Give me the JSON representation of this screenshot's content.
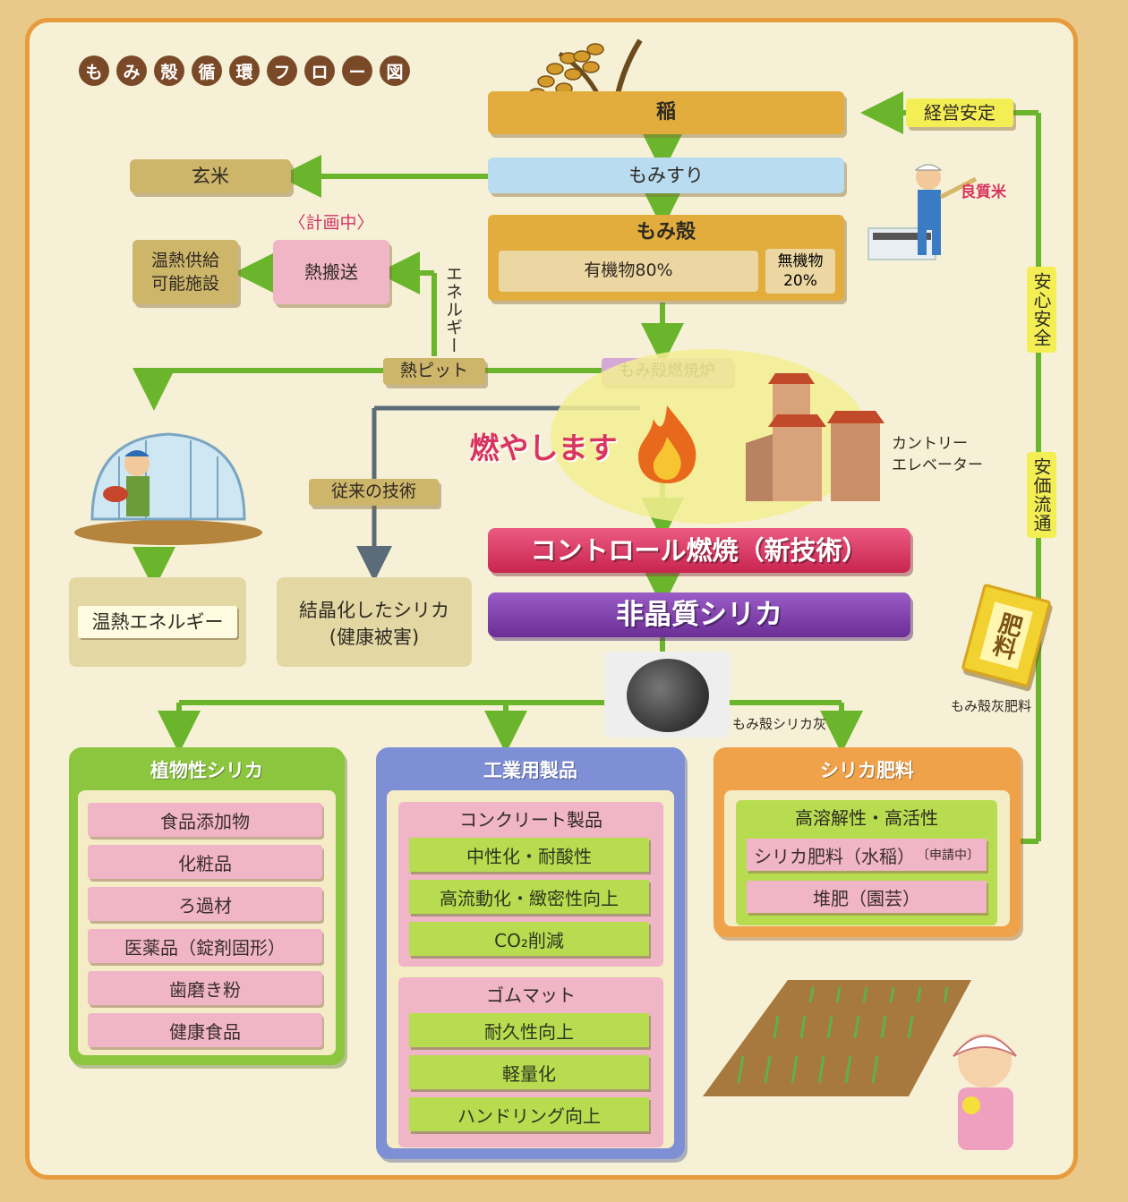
{
  "title_chars": [
    "も",
    "み",
    "殻",
    "循",
    "環",
    "フ",
    "ロ",
    "ー",
    "図"
  ],
  "flow": {
    "ine": "稲",
    "momisuri": "もみすり",
    "genmai": "玄米",
    "momigara": "もみ殻",
    "yukibutsu": "有機物80%",
    "mukibutsu_1": "無機物",
    "mukibutsu_2": "20%",
    "keikakuchu": "〈計画中〉",
    "netsuhanso": "熱搬送",
    "onnetsu_kyokyu_1": "温熱供給",
    "onnetsu_kyokyu_2": "可能施設",
    "energy_vertical": "エネルギー",
    "netsu_pit": "熱ピット",
    "momigara_nenshoro": "もみ殻燃焼炉",
    "moyashimasu": "燃やします",
    "country_elevator_1": "カントリー",
    "country_elevator_2": "エレベーター",
    "jurai_gijutsu": "従来の技術",
    "control_nensho": "コントロール燃焼（新技術）",
    "hi_shoshitsu_silica": "非晶質シリカ",
    "onnetsu_energy": "温熱エネルギー",
    "kessho_silica_1": "結晶化したシリカ",
    "kessho_silica_2": "(健康被害)",
    "momigara_silica_hai": "もみ殻シリカ灰",
    "momigara_hai_hiryo": "もみ殻灰肥料",
    "hiryo_bag": "肥料",
    "ryoshitsumai": "良質米",
    "keiei_antei": "経営安定",
    "anshin_anzen": "安心安全",
    "anka_ryutsu": "安価流通"
  },
  "panels": {
    "plant": {
      "title": "植物性シリカ",
      "items": [
        "食品添加物",
        "化粧品",
        "ろ過材",
        "医薬品（錠剤固形）",
        "歯磨き粉",
        "健康食品"
      ]
    },
    "industrial": {
      "title": "工業用製品",
      "concrete_title": "コンクリート製品",
      "concrete_items": [
        "中性化・耐酸性",
        "高流動化・緻密性向上",
        "CO₂削減"
      ],
      "rubber_title": "ゴムマット",
      "rubber_items": [
        "耐久性向上",
        "軽量化",
        "ハンドリング向上"
      ]
    },
    "fertilizer": {
      "title": "シリカ肥料",
      "subtitle": "高溶解性・高活性",
      "item1": "シリカ肥料（水稲）",
      "item1_badge": "〔申請中〕",
      "item2": "堆肥（園芸）"
    }
  },
  "colors": {
    "arrow": "#6bb52d",
    "gold": "#e2ad3c",
    "olive": "#cdb56a",
    "pink_bar": "#d9335f",
    "purple_bar": "#7b3ca6",
    "border_orange": "#e89b3c"
  }
}
